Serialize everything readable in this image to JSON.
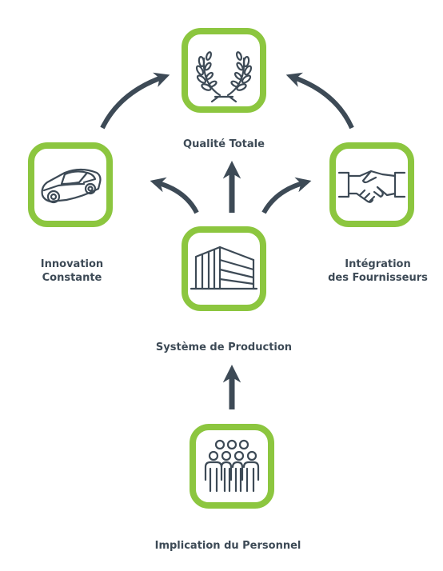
{
  "nodes": {
    "quality": {
      "label": "Qualité Totale",
      "icon": "laurel-wreath-icon"
    },
    "innovation": {
      "label_line1": "Innovation",
      "label_line2": "Constante",
      "icon": "car-icon"
    },
    "suppliers": {
      "label_line1": "Intégration",
      "label_line2": "des Fournisseurs",
      "icon": "handshake-icon"
    },
    "production": {
      "label": "Système de Production",
      "icon": "factory-building-icon"
    },
    "personnel": {
      "label": "Implication du Personnel",
      "icon": "people-group-icon"
    }
  },
  "colors": {
    "frame": "#8cc63f",
    "icon": "#3d4a56",
    "arrow": "#3d4a56",
    "text": "#3d4a56"
  }
}
